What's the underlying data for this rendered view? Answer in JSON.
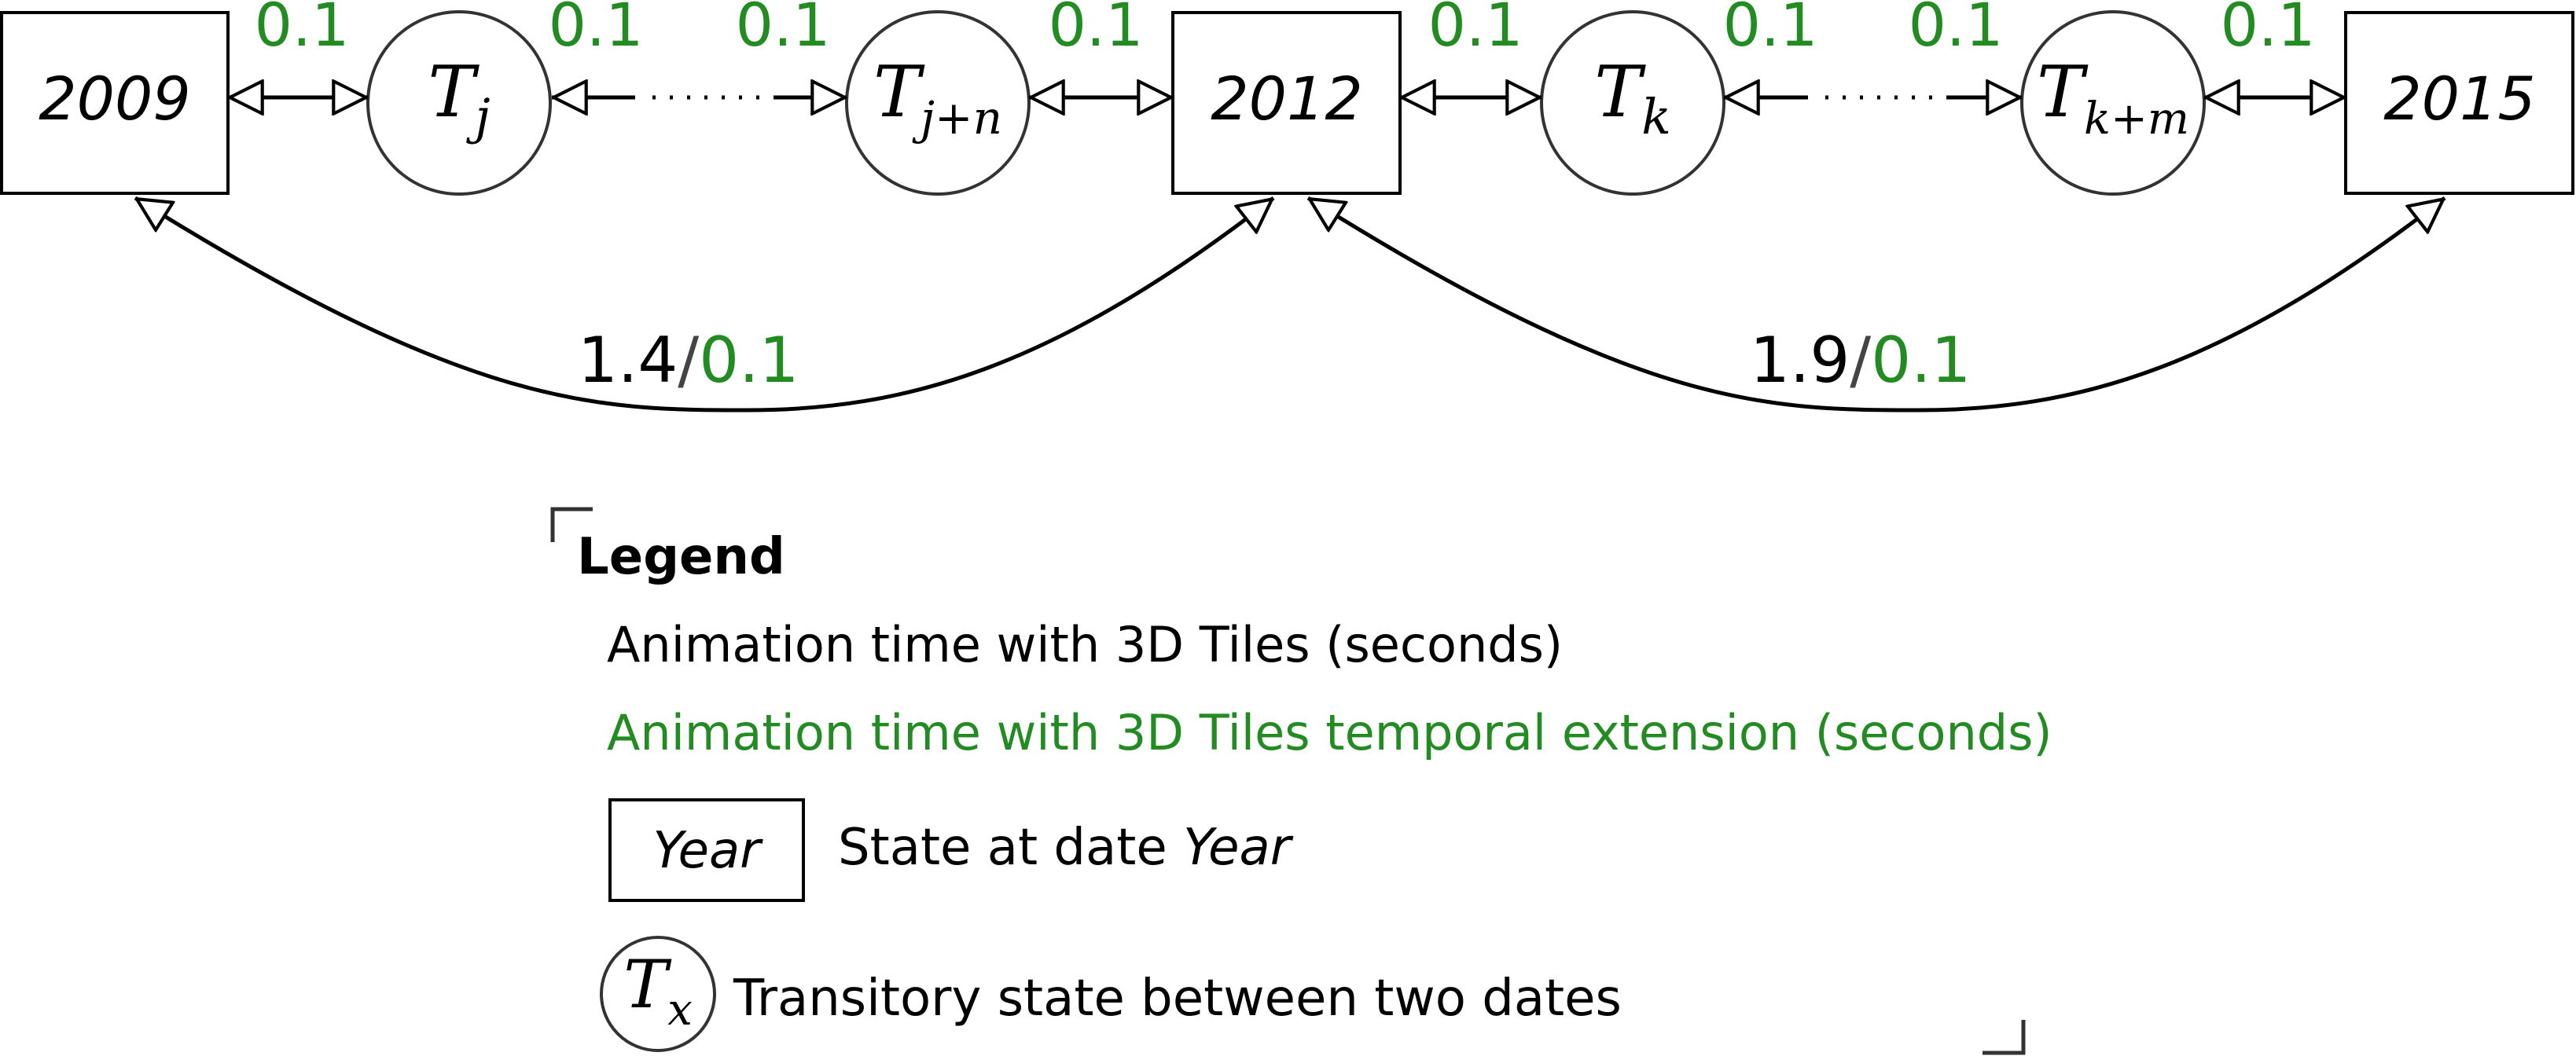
{
  "colors": {
    "primary": "#000000",
    "accent": "#228b22",
    "stroke": "#333333"
  },
  "states": {
    "year_2009": "2009",
    "year_2012": "2012",
    "year_2015": "2015",
    "tj": {
      "base": "T",
      "sub": "j"
    },
    "tjn": {
      "base": "T",
      "sub": "j+n"
    },
    "tk": {
      "base": "T",
      "sub": "k"
    },
    "tkm": {
      "base": "T",
      "sub": "k+m"
    }
  },
  "edges": {
    "e1": "0.1",
    "e2": "0.1",
    "e3": "0.1",
    "e4": "0.1",
    "e5": "0.1",
    "e6": "0.1",
    "e7": "0.1",
    "e8": "0.1",
    "arc_left_tiles": "1.4",
    "arc_left_sep": "/",
    "arc_left_temporal": "0.1",
    "arc_right_tiles": "1.9",
    "arc_right_sep": "/",
    "arc_right_temporal": "0.1"
  },
  "legend": {
    "title": "Legend",
    "tiles_label": "Animation time with 3D Tiles (seconds)",
    "temporal_label": "Animation time with 3D Tiles temporal extension (seconds)",
    "year_box_text": "Year",
    "year_desc_prefix": "State at date ",
    "year_desc_italic": "Year",
    "transitory_base": "T",
    "transitory_sub": "x",
    "transitory_desc": "Transitory state between two dates"
  }
}
